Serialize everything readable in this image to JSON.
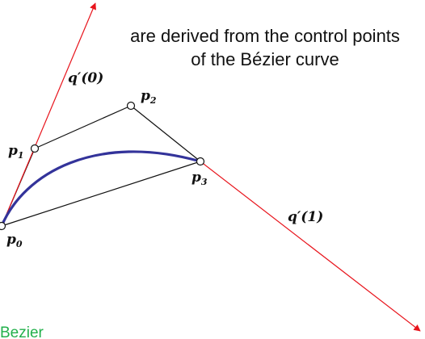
{
  "caption": {
    "line1": "are derived from the control points",
    "line2": "of the Bézier curve"
  },
  "labels": {
    "p0": "p",
    "p0_sub": "0",
    "p1": "p",
    "p1_sub": "1",
    "p2": "p",
    "p2_sub": "2",
    "p3": "p",
    "p3_sub": "3",
    "tangent_start": "q′(0)",
    "tangent_end": "q′(1)"
  },
  "footer_text": "Bezier",
  "colors": {
    "curve": "#33339a",
    "tangent": "#e8141c",
    "polygon": "#111111",
    "footer": "#22b04b",
    "text": "#111111"
  }
}
